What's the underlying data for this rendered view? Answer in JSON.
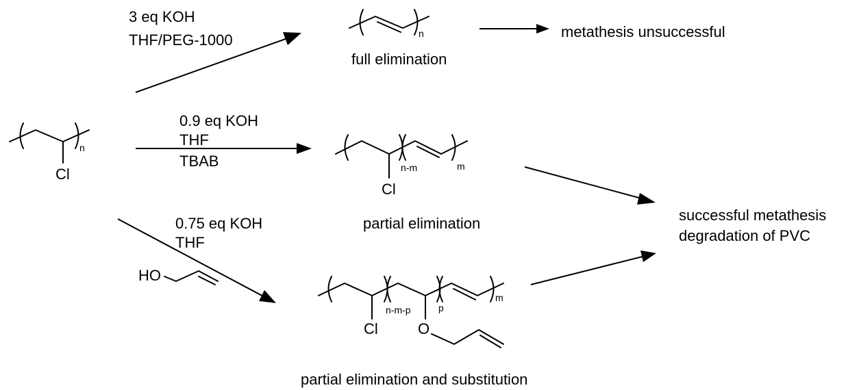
{
  "reactions": {
    "top": {
      "line1": "3 eq KOH",
      "line2": "THF/PEG-1000"
    },
    "middle": {
      "line1": "0.9 eq KOH",
      "line2": "THF",
      "line3": "TBAB"
    },
    "bottom": {
      "line1": "0.75 eq KOH",
      "line2": "THF",
      "reagent": "HO"
    }
  },
  "molecules": {
    "pvc": {
      "atom": "Cl",
      "subscript": "n"
    },
    "polyene": {
      "subscript": "n"
    },
    "partial": {
      "atom": "Cl",
      "sub_vinyl": "n-m",
      "sub_ene": "m"
    },
    "substituted": {
      "atom_cl": "Cl",
      "atom_o": "O",
      "sub_vinyl": "n-m-p",
      "sub_ether": "p",
      "sub_ene": "m"
    }
  },
  "labels": {
    "full": "full elimination",
    "partial": "partial elimination",
    "substitution": "partial elimination and substitution",
    "unsuccessful": "metathesis unsuccessful",
    "success_line1": "successful metathesis",
    "success_line2": "degradation of PVC"
  }
}
